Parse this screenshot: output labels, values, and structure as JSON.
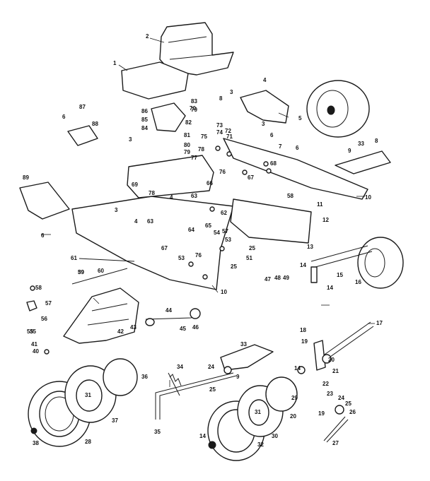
{
  "callouts": [
    {
      "id": "c1",
      "text": "1"
    },
    {
      "id": "c2",
      "text": "2"
    },
    {
      "id": "c3a",
      "text": "3"
    },
    {
      "id": "c3b",
      "text": "3"
    },
    {
      "id": "c3c",
      "text": "3"
    },
    {
      "id": "c3d",
      "text": "3"
    },
    {
      "id": "c4a",
      "text": "4"
    },
    {
      "id": "c4b",
      "text": "4"
    },
    {
      "id": "c4c",
      "text": "4"
    },
    {
      "id": "c5",
      "text": "5"
    },
    {
      "id": "c6a",
      "text": "6"
    },
    {
      "id": "c6b",
      "text": "6"
    },
    {
      "id": "c6c",
      "text": "6"
    },
    {
      "id": "c6d",
      "text": "6"
    },
    {
      "id": "c7",
      "text": "7"
    },
    {
      "id": "c8a",
      "text": "8"
    },
    {
      "id": "c8b",
      "text": "8"
    },
    {
      "id": "c9a",
      "text": "9"
    },
    {
      "id": "c9b",
      "text": "9"
    },
    {
      "id": "c10a",
      "text": "10"
    },
    {
      "id": "c10b",
      "text": "10"
    },
    {
      "id": "c11",
      "text": "11"
    },
    {
      "id": "c12",
      "text": "12"
    },
    {
      "id": "c13",
      "text": "13"
    },
    {
      "id": "c14a",
      "text": "14"
    },
    {
      "id": "c14b",
      "text": "14"
    },
    {
      "id": "c14c",
      "text": "14"
    },
    {
      "id": "c14d",
      "text": "14"
    },
    {
      "id": "c15",
      "text": "15"
    },
    {
      "id": "c16",
      "text": "16"
    },
    {
      "id": "c17",
      "text": "17"
    },
    {
      "id": "c18",
      "text": "18"
    },
    {
      "id": "c19a",
      "text": "19"
    },
    {
      "id": "c19b",
      "text": "19"
    },
    {
      "id": "c20a",
      "text": "20"
    },
    {
      "id": "c20b",
      "text": "20"
    },
    {
      "id": "c21",
      "text": "21"
    },
    {
      "id": "c22",
      "text": "22"
    },
    {
      "id": "c23",
      "text": "23"
    },
    {
      "id": "c24a",
      "text": "24"
    },
    {
      "id": "c24b",
      "text": "24"
    },
    {
      "id": "c25a",
      "text": "25"
    },
    {
      "id": "c25b",
      "text": "25"
    },
    {
      "id": "c25c",
      "text": "25"
    },
    {
      "id": "c25d",
      "text": "25"
    },
    {
      "id": "c26",
      "text": "26"
    },
    {
      "id": "c27",
      "text": "27"
    },
    {
      "id": "c28",
      "text": "28"
    },
    {
      "id": "c29",
      "text": "29"
    },
    {
      "id": "c30",
      "text": "30"
    },
    {
      "id": "c31a",
      "text": "31"
    },
    {
      "id": "c31b",
      "text": "31"
    },
    {
      "id": "c32",
      "text": "32"
    },
    {
      "id": "c33a",
      "text": "33"
    },
    {
      "id": "c33b",
      "text": "33"
    },
    {
      "id": "c34",
      "text": "34"
    },
    {
      "id": "c35a",
      "text": "35"
    },
    {
      "id": "c35b",
      "text": "35"
    },
    {
      "id": "c36",
      "text": "36"
    },
    {
      "id": "c37",
      "text": "37"
    },
    {
      "id": "c38",
      "text": "38"
    },
    {
      "id": "c39",
      "text": "39"
    },
    {
      "id": "c40",
      "text": "40"
    },
    {
      "id": "c41",
      "text": "41"
    },
    {
      "id": "c42",
      "text": "42"
    },
    {
      "id": "c43",
      "text": "43"
    },
    {
      "id": "c44",
      "text": "44"
    },
    {
      "id": "c45",
      "text": "45"
    },
    {
      "id": "c46",
      "text": "46"
    },
    {
      "id": "c47",
      "text": "47"
    },
    {
      "id": "c48",
      "text": "48"
    },
    {
      "id": "c49",
      "text": "49"
    },
    {
      "id": "c51",
      "text": "51"
    },
    {
      "id": "c53a",
      "text": "53"
    },
    {
      "id": "c53b",
      "text": "53"
    },
    {
      "id": "c54",
      "text": "54"
    },
    {
      "id": "c55",
      "text": "55"
    },
    {
      "id": "c56",
      "text": "56"
    },
    {
      "id": "c57a",
      "text": "57"
    },
    {
      "id": "c57b",
      "text": "57"
    },
    {
      "id": "c58a",
      "text": "58"
    },
    {
      "id": "c58b",
      "text": "58"
    },
    {
      "id": "c59",
      "text": "59"
    },
    {
      "id": "c60",
      "text": "60"
    },
    {
      "id": "c61",
      "text": "61"
    },
    {
      "id": "c62",
      "text": "62"
    },
    {
      "id": "c63a",
      "text": "63"
    },
    {
      "id": "c63b",
      "text": "63"
    },
    {
      "id": "c64",
      "text": "64"
    },
    {
      "id": "c65",
      "text": "65"
    },
    {
      "id": "c66",
      "text": "66"
    },
    {
      "id": "c67a",
      "text": "67"
    },
    {
      "id": "c67b",
      "text": "67"
    },
    {
      "id": "c68",
      "text": "68"
    },
    {
      "id": "c69",
      "text": "69"
    },
    {
      "id": "c70",
      "text": "70"
    },
    {
      "id": "c71",
      "text": "71"
    },
    {
      "id": "c72",
      "text": "72"
    },
    {
      "id": "c73",
      "text": "73"
    },
    {
      "id": "c74",
      "text": "74"
    },
    {
      "id": "c75",
      "text": "75"
    },
    {
      "id": "c76a",
      "text": "76"
    },
    {
      "id": "c76b",
      "text": "76"
    },
    {
      "id": "c77",
      "text": "77"
    },
    {
      "id": "c78a",
      "text": "78"
    },
    {
      "id": "c78b",
      "text": "78"
    },
    {
      "id": "c79a",
      "text": "79"
    },
    {
      "id": "c79b",
      "text": "79"
    },
    {
      "id": "c80",
      "text": "80"
    },
    {
      "id": "c81",
      "text": "81"
    },
    {
      "id": "c82",
      "text": "82"
    },
    {
      "id": "c83",
      "text": "83"
    },
    {
      "id": "c84",
      "text": "84"
    },
    {
      "id": "c85",
      "text": "85"
    },
    {
      "id": "c86",
      "text": "86"
    },
    {
      "id": "c87",
      "text": "87"
    },
    {
      "id": "c88",
      "text": "88"
    },
    {
      "id": "c89",
      "text": "89"
    }
  ]
}
